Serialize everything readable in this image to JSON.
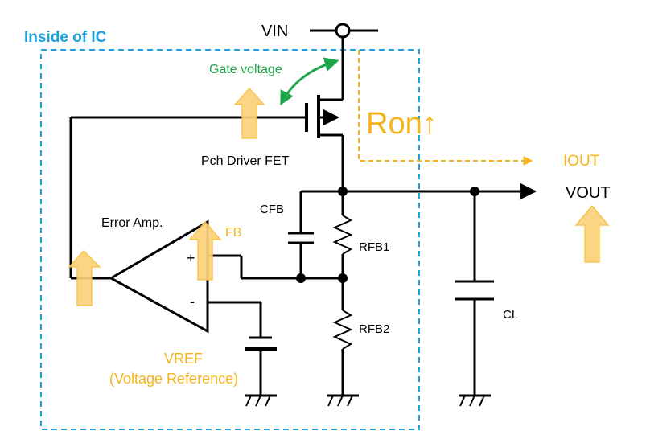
{
  "labels": {
    "inside_ic": "Inside of IC",
    "vin": "VIN",
    "gate_voltage": "Gate voltage",
    "ron": "Ron↑",
    "driver_fet": "Pch Driver FET",
    "iout": "IOUT",
    "vout": "VOUT",
    "cfb": "CFB",
    "error_amp": "Error Amp.",
    "fb": "FB",
    "plus": "+",
    "minus": "-",
    "rfb1": "RFB1",
    "rfb2": "RFB2",
    "cl": "CL",
    "vref": "VREF",
    "vref_full": "(Voltage Reference)"
  },
  "colors": {
    "ic_border": "#1aa0e0",
    "gate_arrow": "#1fa64a",
    "current_path": "#f5b31a",
    "highlight_arrow": "#fcd27a"
  }
}
